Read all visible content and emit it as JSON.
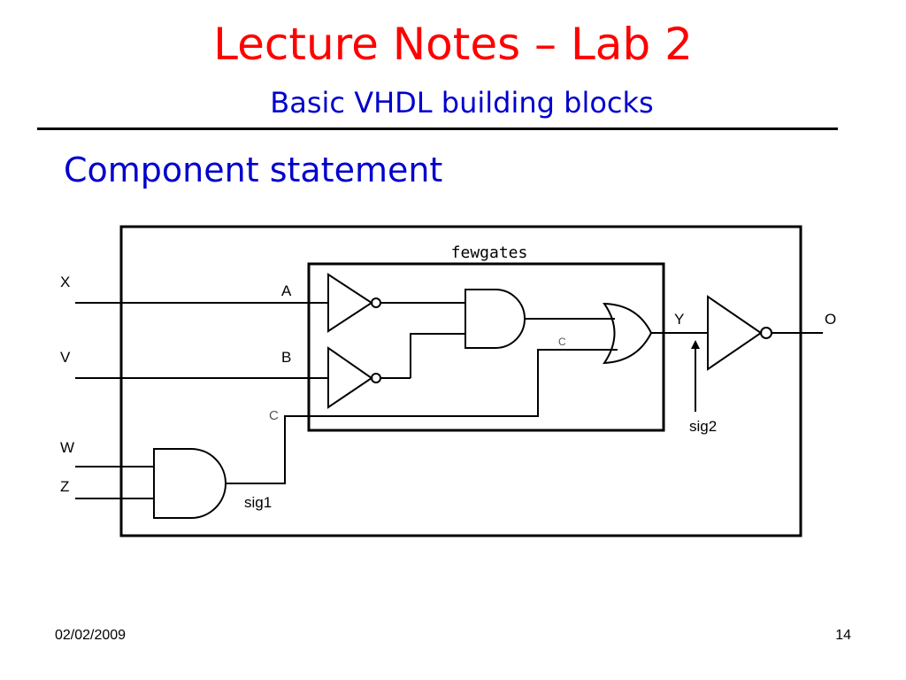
{
  "slide": {
    "title": "Lecture Notes – Lab 2",
    "subtitle": "Basic VHDL building blocks",
    "heading": "Component statement"
  },
  "diagram": {
    "inner_block_label": "fewgates",
    "labels": {
      "x": "X",
      "v": "V",
      "w": "W",
      "z": "Z",
      "a": "A",
      "b": "B",
      "c_outer": "C",
      "c_inner": "C",
      "y": "Y",
      "o": "O",
      "sig1": "sig1",
      "sig2": "sig2"
    },
    "c_label_color": "#555555"
  },
  "footer": {
    "date": "02/02/2009",
    "page": "14"
  }
}
